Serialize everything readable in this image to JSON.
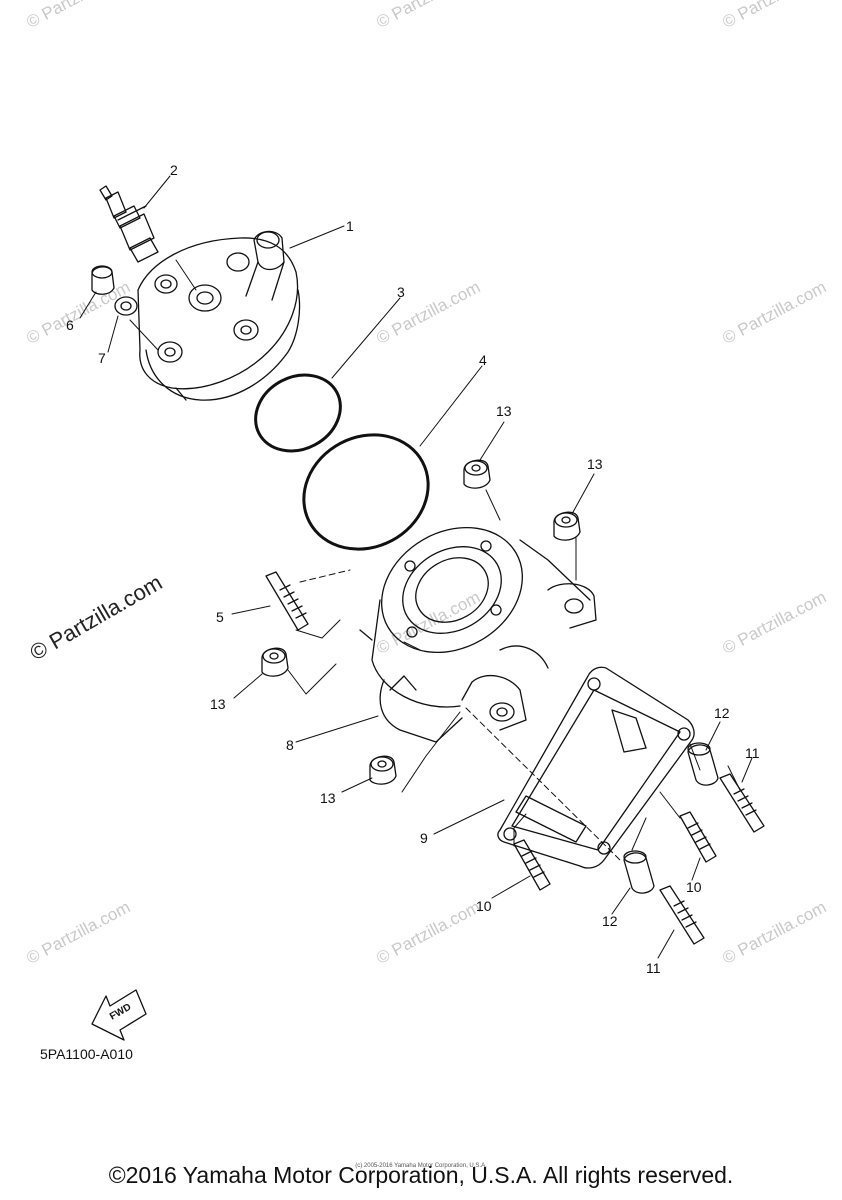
{
  "watermark": {
    "small": "© Partzilla.com",
    "big": "© Partzilla.com"
  },
  "labels": {
    "l1": "1",
    "l2": "2",
    "l3": "3",
    "l4": "4",
    "l5": "5",
    "l6": "6",
    "l7": "7",
    "l8": "8",
    "l9": "9",
    "l10a": "10",
    "l10b": "10",
    "l11a": "11",
    "l11b": "11",
    "l12a": "12",
    "l12b": "12",
    "l13a": "13",
    "l13b": "13",
    "l13c": "13",
    "l13d": "13"
  },
  "fwd_label": "FWD",
  "diagram_code": "5PA1100-A010",
  "copyright": "©2016 Yamaha Motor Corporation, U.S.A. All rights reserved.",
  "tiny_copyright": "(c) 2005-2016 Yamaha Motor Corporation, U.S.A.",
  "colors": {
    "line": "#111111",
    "watermark": "#c9c9c9"
  }
}
